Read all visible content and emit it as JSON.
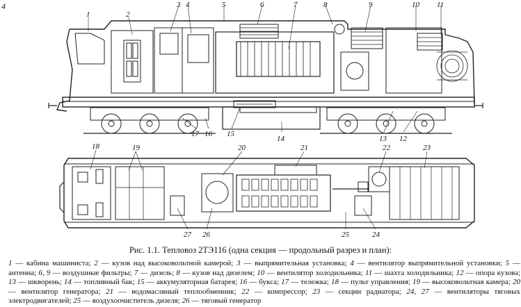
{
  "page_number": "4",
  "figure": {
    "caption": "Рис. 1.1. Тепловоз 2ТЭ116 (одна секция — продольный разрез и план):",
    "top_view_callouts": [
      "1",
      "2",
      "3",
      "4",
      "5",
      "6",
      "7",
      "8",
      "9",
      "10",
      "11"
    ],
    "bottom_callouts": [
      "17",
      "16",
      "15",
      "14",
      "13",
      "12"
    ],
    "plan_callouts_top": [
      "18",
      "19",
      "20",
      "21",
      "22",
      "23"
    ],
    "plan_callouts_bottom": [
      "27",
      "26",
      "25",
      "24"
    ]
  },
  "legend": [
    {
      "n": "1",
      "t": " — кабина машиниста; "
    },
    {
      "n": "2",
      "t": " — кузов над высоковольтной камерой; "
    },
    {
      "n": "3",
      "t": " — выпрямительная установка; "
    },
    {
      "n": "4",
      "t": " — вентилятор выпрямительной установки; "
    },
    {
      "n": "5",
      "t": " — антенна; "
    },
    {
      "n": "6, 9",
      "t": " — воздушные фильтры; "
    },
    {
      "n": "7",
      "t": " — дизель; "
    },
    {
      "n": "8",
      "t": " — кузов над дизелем; "
    },
    {
      "n": "10",
      "t": " — вентилятор холодильника; "
    },
    {
      "n": "11",
      "t": " — шахта холодильника; "
    },
    {
      "n": "12",
      "t": " — опора кузова; "
    },
    {
      "n": "13",
      "t": " — шкворень; "
    },
    {
      "n": "14",
      "t": " — топливный бак; "
    },
    {
      "n": "15",
      "t": " — аккумуляторная батарея; "
    },
    {
      "n": "16",
      "t": " — букса; "
    },
    {
      "n": "17",
      "t": " — тележка; "
    },
    {
      "n": "18",
      "t": " — пульт управления; "
    },
    {
      "n": "19",
      "t": " — высоковольтная камера; "
    },
    {
      "n": "20",
      "t": " — вентилятор генератора; "
    },
    {
      "n": "21",
      "t": " — водомасляный теплообменник; "
    },
    {
      "n": "22",
      "t": " — компрессор; "
    },
    {
      "n": "23",
      "t": " — секции радиатора; "
    },
    {
      "n": "24, 27",
      "t": " — вентиляторы тяговых электродвигателей; "
    },
    {
      "n": "25",
      "t": " — воздухоочиститель дизеля; "
    },
    {
      "n": "26",
      "t": " — тяговый генератор"
    }
  ]
}
